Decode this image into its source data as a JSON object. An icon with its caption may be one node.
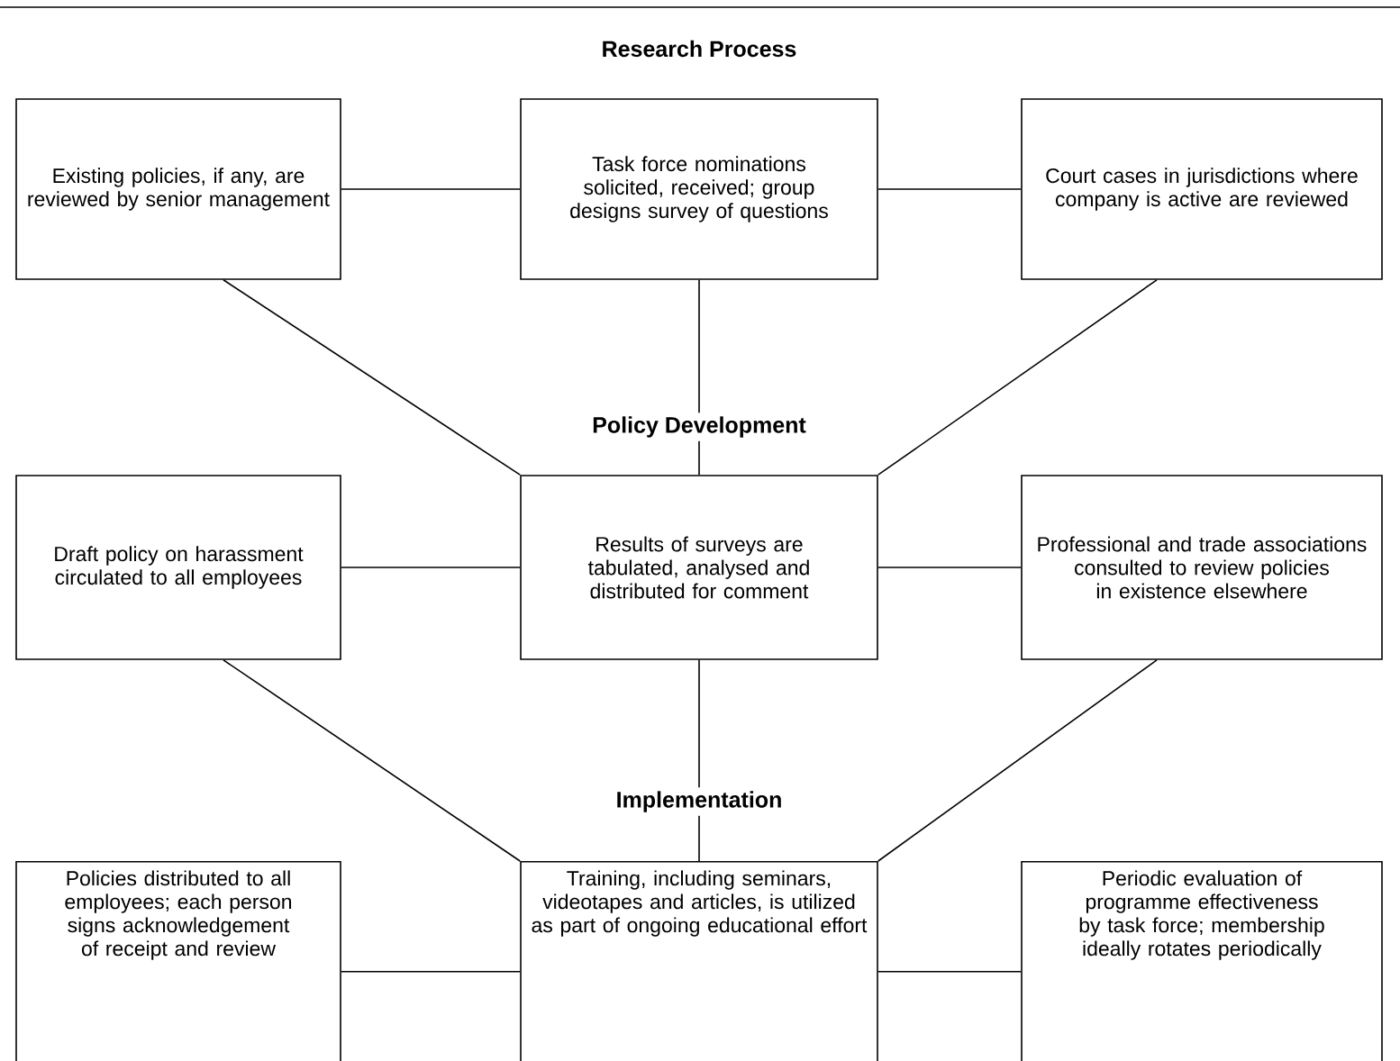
{
  "diagram": {
    "title": "Research Process",
    "nodes": [
      {
        "text": [
          "Existing policies, if any, are reviewed by senior management"
        ]
      },
      {
        "text": [
          "Task force nominations solicited, received; group designs survey of questions"
        ]
      },
      {
        "text": [
          "Court cases in jurisdictions where company is active are reviewed"
        ]
      },
      {
        "text": [
          "Draft policy on harassment circulated to all employees"
        ]
      },
      {
        "text": [
          "Results of surveys are tabulated, analysed and distributed for comment"
        ]
      },
      {
        "text": [
          "Professional and trade associations consulted to review policies in existence elsewhere"
        ]
      },
      {
        "text": [
          "Policies distributed to all employees; each person signs acknowledgement of receipt and review"
        ]
      },
      {
        "text": [
          "Training, including seminars, videotapes and articles, is utilized as part of ongoing educational effort"
        ]
      },
      {
        "text": [
          "Periodic evaluation of programme effectiveness by task force; membership ideally rotates periodically"
        ]
      }
    ],
    "edges": [
      {
        "from": 0,
        "to": 1,
        "arrow": "none"
      },
      {
        "from": 1,
        "to": 2,
        "arrow": "none"
      },
      {
        "from": 0,
        "to": 4,
        "arrow": "none"
      },
      {
        "from": 1,
        "to": 4,
        "arrow": "none"
      },
      {
        "from": 2,
        "to": 4,
        "arrow": "none"
      },
      {
        "from": 3,
        "to": 4,
        "arrow": "none"
      },
      {
        "from": 4,
        "to": 5,
        "arrow": "none"
      },
      {
        "from": 3,
        "to": 7,
        "arrow": "none"
      },
      {
        "from": 4,
        "to": 7,
        "arrow": "none"
      },
      {
        "from": 5,
        "to": 7,
        "arrow": "none"
      },
      {
        "from": 6,
        "to": 7,
        "arrow": "none"
      },
      {
        "from": 7,
        "to": 8,
        "arrow": "none"
      }
    ],
    "labels": [
      "Policy Development",
      "Implementation"
    ]
  }
}
